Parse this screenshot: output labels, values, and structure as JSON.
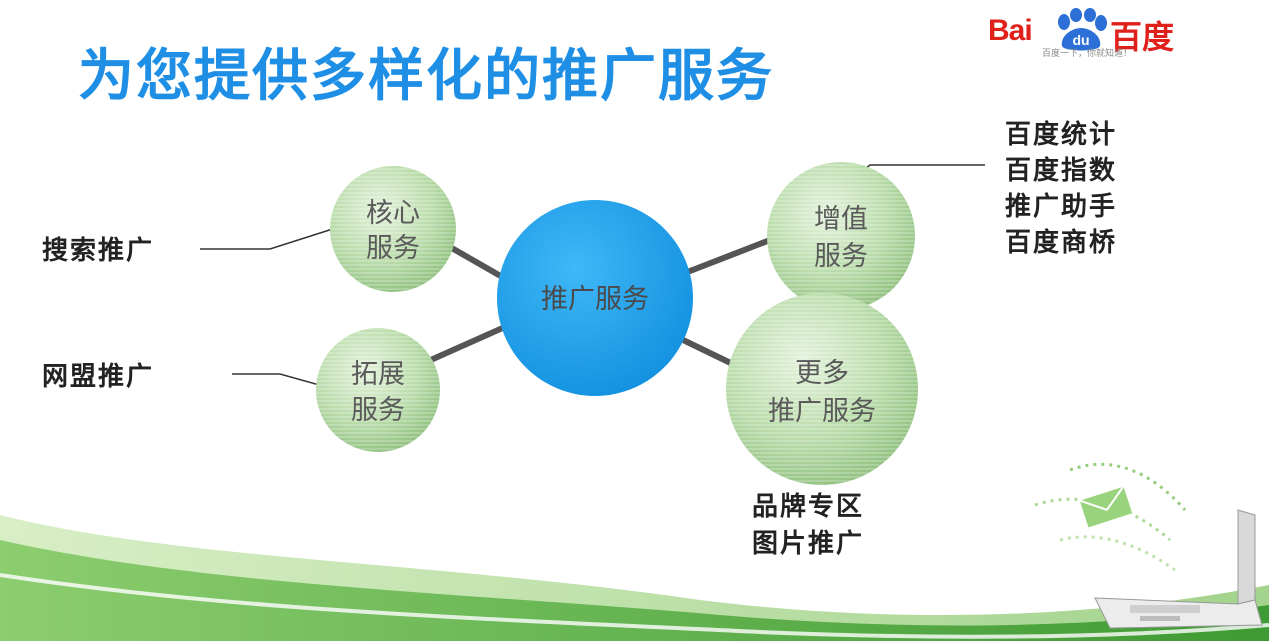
{
  "slide": {
    "title": "为您提供多样化的推广服务"
  },
  "logo": {
    "latin": "Bai",
    "paw_letters": "du",
    "chinese": "百度",
    "slogan": "百度一下，你就知道！",
    "color": "#e0201a"
  },
  "diagram": {
    "center": {
      "label": "推广服务",
      "color": "#1ea3f0"
    },
    "nodes": [
      {
        "id": "core",
        "line1": "核心",
        "line2": "服务"
      },
      {
        "id": "value-added",
        "line1": "增值",
        "line2": "服务"
      },
      {
        "id": "expand",
        "line1": "拓展",
        "line2": "服务"
      },
      {
        "id": "more",
        "line1": "更多",
        "line2": "推广服务"
      }
    ],
    "annotations": {
      "core": [
        "搜索推广"
      ],
      "expand": [
        "网盟推广"
      ],
      "value-added": [
        "百度统计",
        "百度指数",
        "推广助手",
        "百度商桥"
      ],
      "more": [
        "品牌专区",
        "图片推广"
      ]
    },
    "node_color": "#a9d29a",
    "connector_color": "#555555"
  },
  "decor": {
    "wave_color": "#5bb04a",
    "icons": [
      "laptop-icon",
      "envelope-icon"
    ]
  }
}
